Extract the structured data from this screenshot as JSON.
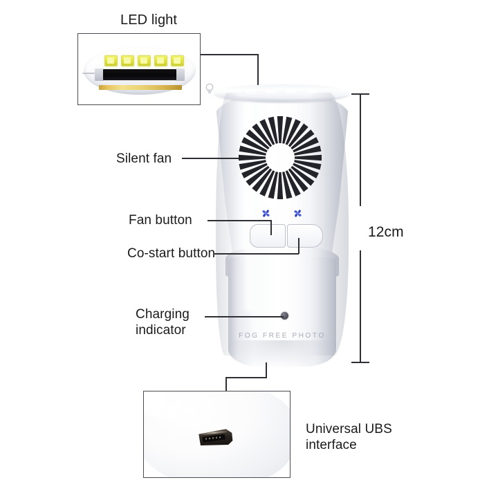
{
  "titles": {
    "led_light": "LED light"
  },
  "labels": {
    "silent_fan": "Silent fan",
    "fan_button": "Fan button",
    "co_start_button": "Co-start button",
    "charging_indicator": "Charging\nindicator",
    "universal_usb_interface": "Universal UBS\ninterface"
  },
  "dimension": {
    "height": "12cm"
  },
  "device": {
    "brand_text": "FOG FREE PHOTO"
  },
  "colors": {
    "background": "#ffffff",
    "text": "#1a1a1a",
    "callout_border": "#4a4a55",
    "leader_line": "#2e2e34",
    "led_chip": "#e2e43f",
    "led_strip": "#e8c45c",
    "fan_icon": "#3a4ec8",
    "body_white": "#ffffff",
    "body_shadow": "#c2c6cf",
    "grille_dark": "#23232a",
    "brand_text": "#a8abb8",
    "charge_dot": "#55585f",
    "usb_port": "#2a2420"
  },
  "callouts": {
    "led": {
      "chip_count": 5
    },
    "usb": {
      "port_type": "micro-usb"
    }
  },
  "fan_grille": {
    "blade_count": 28
  },
  "controls": {
    "buttons": [
      {
        "name": "fan-button",
        "icon": "fan-icon"
      },
      {
        "name": "co-start-button",
        "icon": "fan-icon + bulb-icon"
      }
    ]
  }
}
